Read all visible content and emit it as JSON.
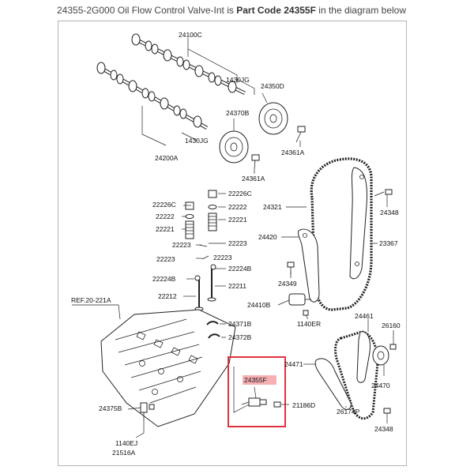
{
  "caption": {
    "prefix": "24355-2G000 Oil Flow Control Valve-Int is ",
    "bold": "Part Code 24355F",
    "suffix": " in the diagram below"
  },
  "highlight_color": "#e0323c",
  "labels": {
    "p24100C": "24100C",
    "p1430JG_a": "1430JG",
    "p24350D": "24350D",
    "p24370B": "24370B",
    "p1430JG_b": "1430JG",
    "p24200A": "24200A",
    "p24361A_a": "24361A",
    "p24361A_b": "24361A",
    "p22226C_a": "22226C",
    "p22226C_b": "22226C",
    "p22222_a": "22222",
    "p22222_b": "22222",
    "p22221_a": "22221",
    "p22221_b": "22221",
    "p22223_a": "22223",
    "p22223_b": "22223",
    "p22223_c": "22223",
    "p22223_d": "22223",
    "p22224B_a": "22224B",
    "p22224B_b": "22224B",
    "p22212": "22212",
    "p22211": "22211",
    "p24321": "24321",
    "p24348_a": "24348",
    "p24420": "24420",
    "p23367": "23367",
    "p24349": "24349",
    "p24410B": "24410B",
    "p1140ER": "1140ER",
    "ref": "REF.20-221A",
    "p24371B": "24371B",
    "p24372B": "24372B",
    "p24461": "24461",
    "p26160": "26160",
    "p24471": "24471",
    "p24355F": "24355F",
    "p24470": "24470",
    "p24375B": "24375B",
    "p21186D": "21186D",
    "p26174P": "26174P",
    "p24348_b": "24348",
    "p1140EJ": "1140EJ",
    "p21516A": "21516A"
  }
}
